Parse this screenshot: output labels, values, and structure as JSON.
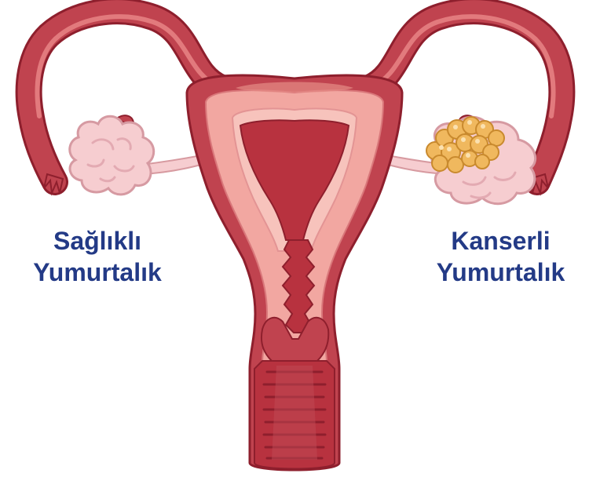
{
  "labels": {
    "healthy": {
      "line1": "Sağlıklı",
      "line2": "Yumurtalık"
    },
    "cancerous": {
      "line1": "Kanserli",
      "line2": "Yumurtalık"
    }
  },
  "colors": {
    "label_text": "#233a86",
    "uterus_wall": "#c0434f",
    "uterus_outline": "#8e1f2d",
    "muscle_layer": "#f2a7a1",
    "cavity": "#b8323f",
    "ovary_healthy": "#f6cdd0",
    "tumor_nodules": "#f0b85e"
  }
}
